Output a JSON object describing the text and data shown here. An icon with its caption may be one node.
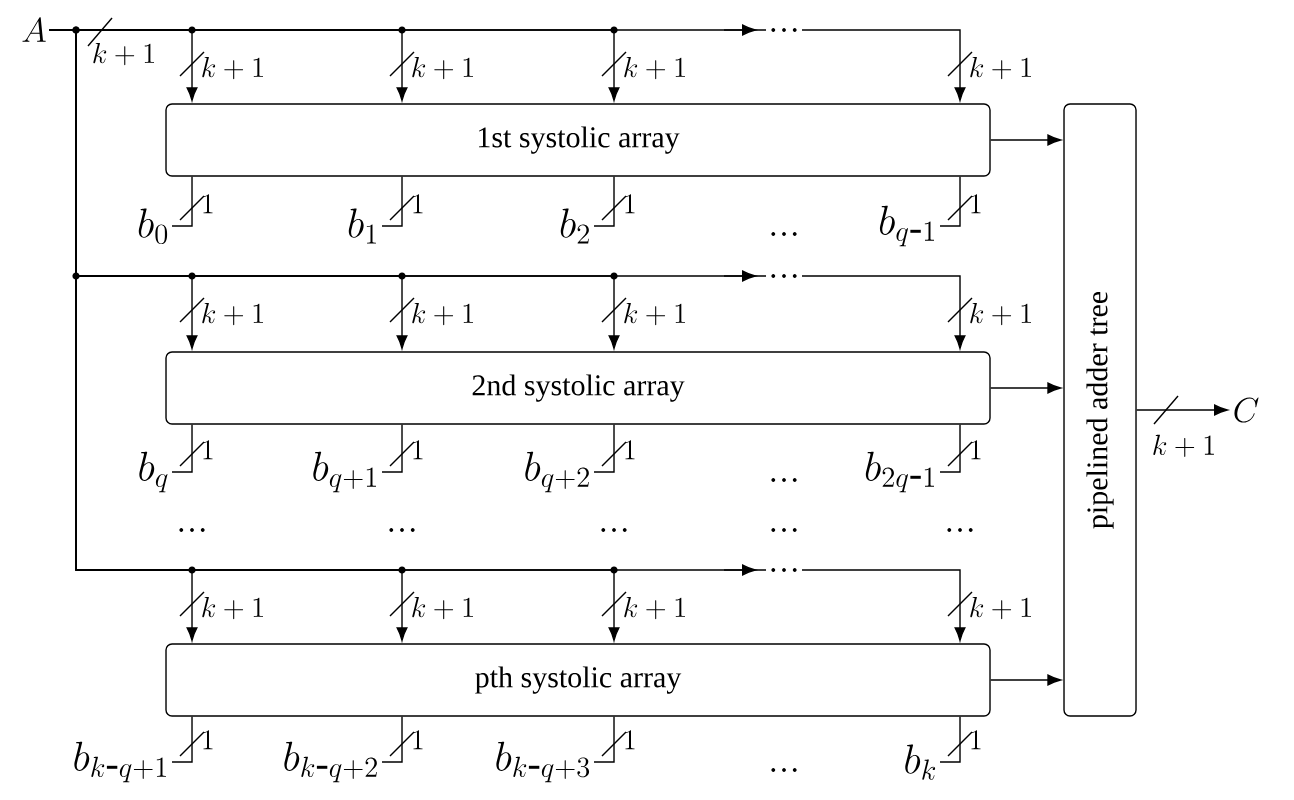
{
  "diagram": {
    "nodes": [
      {
        "text": [
          "A"
        ]
      },
      {
        "text": [
          "1st systolic array"
        ]
      },
      {
        "text": [
          "2nd systolic array"
        ]
      },
      {
        "text": [
          "pth systolic array"
        ]
      },
      {
        "text": [
          "pipelined adder tree"
        ]
      },
      {
        "text": [
          "C"
        ]
      },
      {
        "text": [
          "b_{0}"
        ]
      },
      {
        "text": [
          "b_{1}"
        ]
      },
      {
        "text": [
          "b_{2}"
        ]
      },
      {
        "text": [
          "b_{q\\mbox{-}1}"
        ]
      },
      {
        "text": [
          "b_{q}"
        ]
      },
      {
        "text": [
          "b_{q+1}"
        ]
      },
      {
        "text": [
          "b_{q+2}"
        ]
      },
      {
        "text": [
          "b_{2q\\mbox{-}1}"
        ]
      },
      {
        "text": [
          "b_{k\\mbox{-}q+1}"
        ]
      },
      {
        "text": [
          "b_{k\\mbox{-}q+2}"
        ]
      },
      {
        "text": [
          "b_{k\\mbox{-}q+3}"
        ]
      },
      {
        "text": [
          "b_{k}"
        ]
      }
    ],
    "edges": [
      {
        "from": 0,
        "to": 1,
        "arrow": "to",
        "label": "k+1"
      },
      {
        "from": 0,
        "to": 1,
        "arrow": "to",
        "label": "k+1"
      },
      {
        "from": 0,
        "to": 1,
        "arrow": "to",
        "label": "k+1"
      },
      {
        "from": 0,
        "to": 1,
        "arrow": "to",
        "label": "k+1"
      },
      {
        "from": 0,
        "to": 2,
        "arrow": "to",
        "label": "k+1"
      },
      {
        "from": 0,
        "to": 2,
        "arrow": "to",
        "label": "k+1"
      },
      {
        "from": 0,
        "to": 2,
        "arrow": "to",
        "label": "k+1"
      },
      {
        "from": 0,
        "to": 2,
        "arrow": "to",
        "label": "k+1"
      },
      {
        "from": 0,
        "to": 3,
        "arrow": "to",
        "label": "k+1"
      },
      {
        "from": 0,
        "to": 3,
        "arrow": "to",
        "label": "k+1"
      },
      {
        "from": 0,
        "to": 3,
        "arrow": "to",
        "label": "k+1"
      },
      {
        "from": 0,
        "to": 3,
        "arrow": "to",
        "label": "k+1"
      },
      {
        "from": 6,
        "to": 1,
        "arrow": "none",
        "label": "1"
      },
      {
        "from": 7,
        "to": 1,
        "arrow": "none",
        "label": "1"
      },
      {
        "from": 8,
        "to": 1,
        "arrow": "none",
        "label": "1"
      },
      {
        "from": 9,
        "to": 1,
        "arrow": "none",
        "label": "1"
      },
      {
        "from": 10,
        "to": 2,
        "arrow": "none",
        "label": "1"
      },
      {
        "from": 11,
        "to": 2,
        "arrow": "none",
        "label": "1"
      },
      {
        "from": 12,
        "to": 2,
        "arrow": "none",
        "label": "1"
      },
      {
        "from": 13,
        "to": 2,
        "arrow": "none",
        "label": "1"
      },
      {
        "from": 14,
        "to": 3,
        "arrow": "none",
        "label": "1"
      },
      {
        "from": 15,
        "to": 3,
        "arrow": "none",
        "label": "1"
      },
      {
        "from": 16,
        "to": 3,
        "arrow": "none",
        "label": "1"
      },
      {
        "from": 17,
        "to": 3,
        "arrow": "none",
        "label": "1"
      },
      {
        "from": 1,
        "to": 4,
        "arrow": "to"
      },
      {
        "from": 2,
        "to": 4,
        "arrow": "to"
      },
      {
        "from": 3,
        "to": 4,
        "arrow": "to"
      },
      {
        "from": 4,
        "to": 5,
        "arrow": "to",
        "label": "k+1"
      }
    ],
    "labels": [
      "…",
      "k+1",
      "…",
      "…",
      "…",
      "…",
      "…",
      "…",
      "…",
      "…",
      "…",
      "…"
    ]
  }
}
